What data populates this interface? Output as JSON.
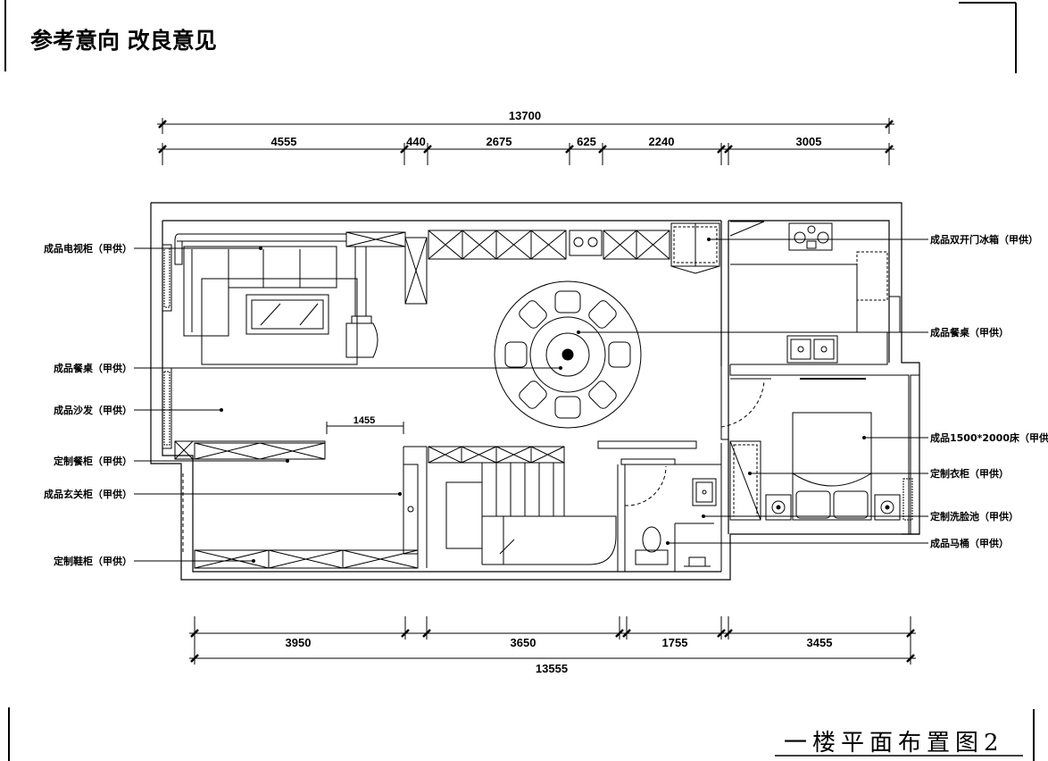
{
  "header": {
    "title": "参考意向 改良意见"
  },
  "footer": {
    "title": "一楼平面布置图2"
  },
  "dimensions": {
    "top_total": "13700",
    "top_segments": [
      "4555",
      "440",
      "2675",
      "625",
      "2240",
      "3005"
    ],
    "bottom_segments": [
      "3950",
      "3650",
      "1755",
      "3455"
    ],
    "bottom_total": "13555",
    "inner": "1455"
  },
  "labels_left": [
    "成品电视柜（甲供）",
    "成品餐桌（甲供）",
    "成品沙发（甲供）",
    "定制餐柜（甲供）",
    "成品玄关柜（甲供）",
    "定制鞋柜（甲供）"
  ],
  "labels_right": [
    "成品双开门冰箱（甲供）",
    "成品餐桌（甲供）",
    "成品1500*2000床（甲供",
    "定制衣柜（甲供）",
    "定制洗脸池（甲供）",
    "成品马桶（甲供）"
  ]
}
